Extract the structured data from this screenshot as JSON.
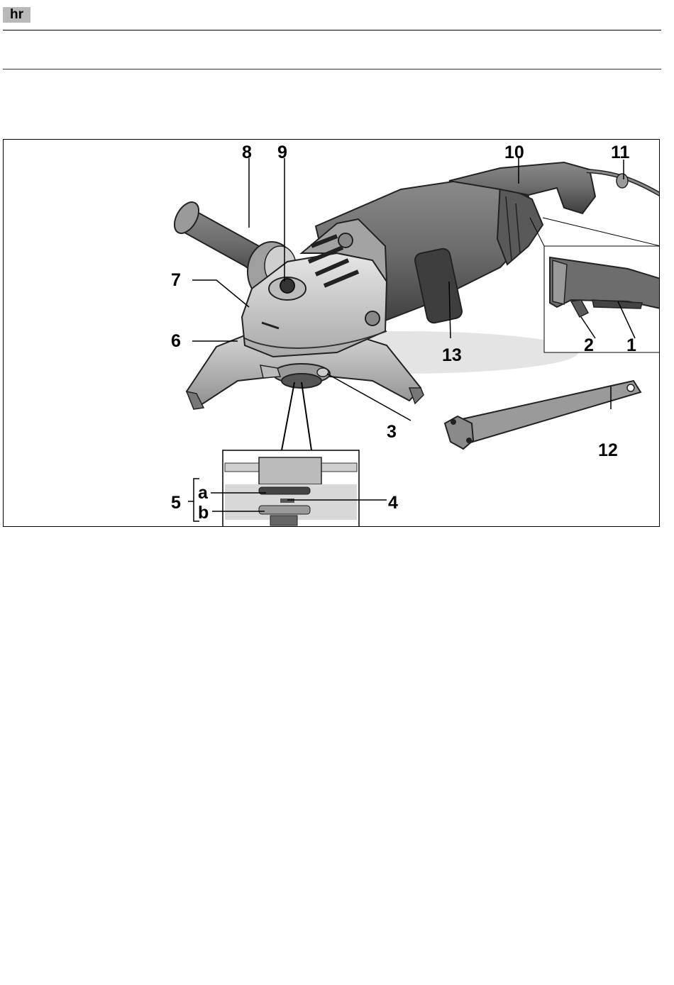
{
  "header": {
    "language": "hr"
  },
  "figure": {
    "callouts": [
      "1",
      "2",
      "3",
      "4",
      "5",
      "a",
      "b",
      "6",
      "7",
      "8",
      "9",
      "10",
      "11",
      "12",
      "13"
    ]
  }
}
